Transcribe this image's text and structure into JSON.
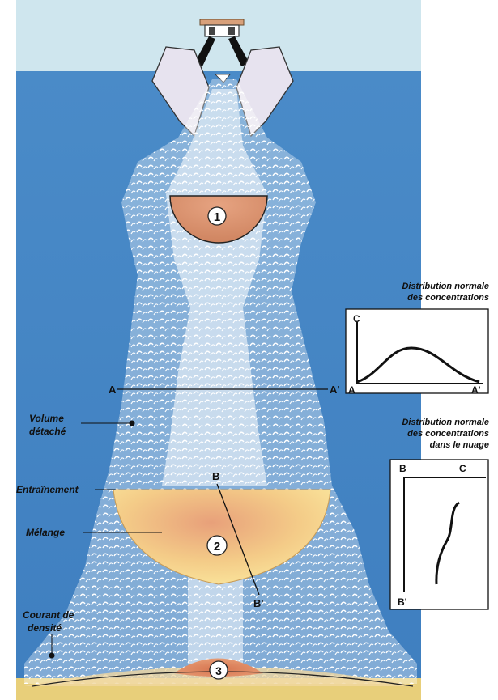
{
  "figure": {
    "zones": [
      "1",
      "2",
      "3"
    ],
    "labels": {
      "volume_detache_line1": "Volume",
      "volume_detache_line2": "détaché",
      "entrainement": "Entraînement",
      "melange": "Mélange",
      "courant_line1": "Courant de",
      "courant_line2": "densité"
    },
    "section_markers": {
      "a": "A",
      "a_prime": "A'",
      "b": "B",
      "b_prime": "B'"
    }
  },
  "inset_ac": {
    "title_line1": "Distribution normale",
    "title_line2": "des concentrations",
    "y_axis": "C",
    "x_start": "A",
    "x_end": "A'"
  },
  "inset_bc": {
    "title_line1": "Distribution normale",
    "title_line2": "des concentrations",
    "title_line3": "dans le nuage",
    "top_left": "B",
    "top_right": "C",
    "bottom_left": "B'"
  },
  "colors": {
    "sky": "#cfe6ee",
    "water": "#4f8fcb",
    "sand": "#e8cf7a",
    "cloud": "#ffffff",
    "bowl_orange": "#d9906a",
    "bowl_yellow": "#f7e08a"
  }
}
